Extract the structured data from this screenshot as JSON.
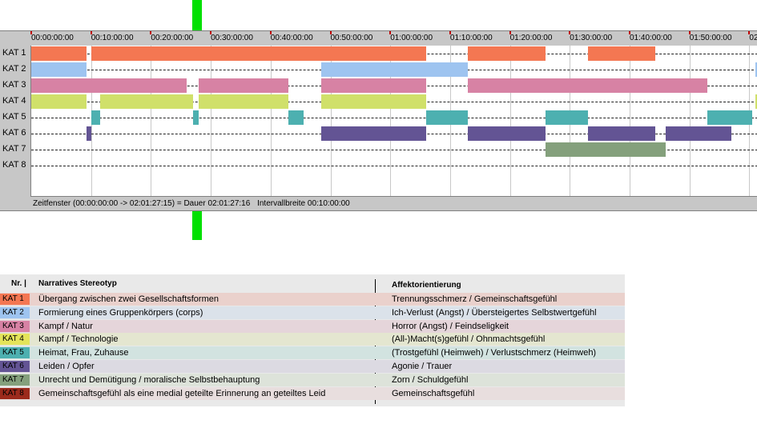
{
  "ruler": {
    "ticks": [
      "00:00:00:00",
      "00:10:00:00",
      "00:20:00:00",
      "00:30:00:00",
      "00:40:00:00",
      "00:50:00:00",
      "01:00:00:00",
      "01:10:00:00",
      "01:20:00:00",
      "01:30:00:00",
      "01:40:00:00",
      "01:50:00:00",
      "02"
    ]
  },
  "rows": [
    {
      "label": "KAT 1",
      "color": "#f47752",
      "segments": [
        [
          0,
          9.2
        ],
        [
          10,
          66
        ],
        [
          73,
          86
        ],
        [
          93,
          104.3
        ]
      ]
    },
    {
      "label": "KAT 2",
      "color": "#9ec4f0",
      "segments": [
        [
          0,
          9.2
        ],
        [
          48.5,
          73
        ],
        [
          121,
          122
        ]
      ]
    },
    {
      "label": "KAT 3",
      "color": "#d782a4",
      "segments": [
        [
          0,
          26
        ],
        [
          28,
          43
        ],
        [
          48.5,
          66
        ],
        [
          73,
          113
        ],
        [
          106,
          113
        ]
      ]
    },
    {
      "label": "KAT 4",
      "color": "#d0e06a",
      "segments": [
        [
          0,
          9.2
        ],
        [
          11.5,
          27
        ],
        [
          28,
          43
        ],
        [
          48.5,
          66
        ],
        [
          121,
          122
        ]
      ]
    },
    {
      "label": "KAT 5",
      "color": "#4db0b0",
      "segments": [
        [
          10,
          11.5
        ],
        [
          27,
          28
        ],
        [
          43,
          45.5
        ],
        [
          66,
          73
        ],
        [
          86,
          93
        ],
        [
          113,
          120.5
        ]
      ]
    },
    {
      "label": "KAT 6",
      "color": "#635494",
      "segments": [
        [
          9.2,
          10
        ],
        [
          48.5,
          66
        ],
        [
          73,
          86
        ],
        [
          93,
          104.3
        ],
        [
          106,
          117
        ]
      ]
    },
    {
      "label": "KAT 7",
      "color": "#84a07c",
      "segments": [
        [
          86,
          106
        ]
      ]
    },
    {
      "label": "KAT 8",
      "color": "#9c2a1c",
      "segments": []
    }
  ],
  "status": {
    "window": "Zeitfenster (00:00:00:00 -> 02:01:27:15) = Dauer 02:01:27:16",
    "interval": "Intervallbreite 00:10:00:00"
  },
  "legend": {
    "header_nr": "Nr. |",
    "header_stereotyp": "Narratives Stereotyp",
    "header_affekt": "Affektorientierung",
    "rows": [
      {
        "kat": "KAT 1",
        "kat_color": "#f47752",
        "row_color": "#ead1cc",
        "stereotyp": "Übergang zwischen zwei Gesellschaftsformen",
        "affekt": "Trennungsschmerz / Gemeinschaftsgefühl"
      },
      {
        "kat": "KAT 2",
        "kat_color": "#9ec4f0",
        "row_color": "#dbe2ea",
        "stereotyp": "Formierung eines Gruppenkörpers (corps)",
        "affekt": "Ich-Verlust (Angst) / Übersteigertes Selbstwertgefühl"
      },
      {
        "kat": "KAT 3",
        "kat_color": "#d782a4",
        "row_color": "#e5d5da",
        "stereotyp": "Kampf / Natur",
        "affekt": "Horror (Angst) / Feindseligkeit"
      },
      {
        "kat": "KAT 4",
        "kat_color": "#e4e45a",
        "row_color": "#e4e6d0",
        "stereotyp": "Kampf / Technologie",
        "affekt": "(All-)Macht(s)gefühl / Ohnmachtsgefühl"
      },
      {
        "kat": "KAT 5",
        "kat_color": "#4db0b0",
        "row_color": "#d2e3e0",
        "stereotyp": "Heimat, Frau, Zuhause",
        "affekt": "(Trostgefühl (Heimweh) / Verlustschmerz (Heimweh)"
      },
      {
        "kat": "KAT 6",
        "kat_color": "#635494",
        "row_color": "#dcdae2",
        "stereotyp": "Leiden / Opfer",
        "affekt": "Agonie / Trauer"
      },
      {
        "kat": "KAT 7",
        "kat_color": "#84a07c",
        "row_color": "#dde3da",
        "stereotyp": "Unrecht und Demütigung / moralische Selbstbehauptung",
        "affekt": "Zorn / Schuldgefühl"
      },
      {
        "kat": "KAT 8",
        "kat_color": "#9c2a1c",
        "row_color": "#e8dede",
        "stereotyp": "Gemeinschaftsgefühl als eine medial geteilte Erinnerung an geteiltes Leid",
        "affekt": "Gemeinschaftsgefühl"
      }
    ]
  }
}
